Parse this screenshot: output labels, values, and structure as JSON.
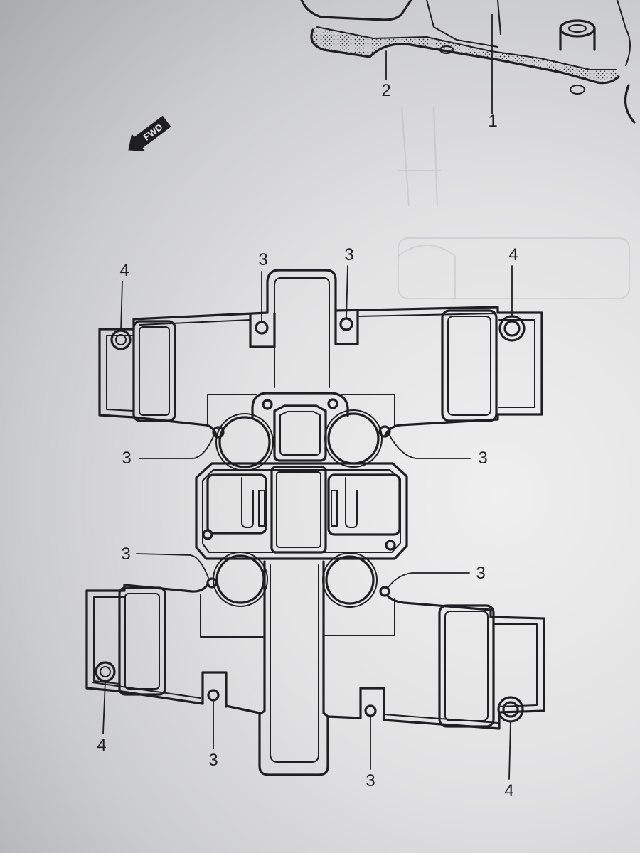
{
  "colors": {
    "ink": "#1f1f23",
    "paper_light": "#efefef",
    "paper_dark": "#9a9ca1"
  },
  "fwd_arrow": {
    "label": "FWD",
    "icon": "arrow-left-icon"
  },
  "cover_callouts": [
    {
      "text": "2"
    },
    {
      "text": "1"
    }
  ],
  "gasket_callouts": [
    {
      "text": "4"
    },
    {
      "text": "3"
    },
    {
      "text": "3"
    },
    {
      "text": "4"
    },
    {
      "text": "3"
    },
    {
      "text": "3"
    },
    {
      "text": "3"
    },
    {
      "text": "3"
    },
    {
      "text": "4"
    },
    {
      "text": "3"
    },
    {
      "text": "3"
    },
    {
      "text": "4"
    }
  ]
}
